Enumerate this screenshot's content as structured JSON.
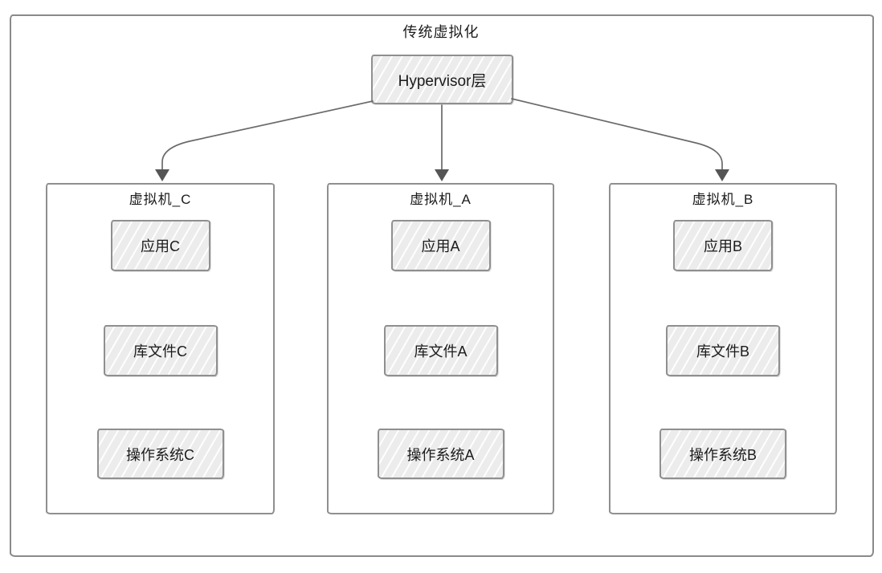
{
  "diagram": {
    "title": "传统虚拟化",
    "hypervisor": {
      "label": "Hypervisor层"
    },
    "vms": [
      {
        "title": "虚拟机_C",
        "layers": {
          "app": "应用C",
          "lib": "库文件C",
          "os": "操作系统C"
        }
      },
      {
        "title": "虚拟机_A",
        "layers": {
          "app": "应用A",
          "lib": "库文件A",
          "os": "操作系统A"
        }
      },
      {
        "title": "虚拟机_B",
        "layers": {
          "app": "应用B",
          "lib": "库文件B",
          "os": "操作系统B"
        }
      }
    ],
    "connectors": [
      {
        "from": "hypervisor",
        "to": "虚拟机_C"
      },
      {
        "from": "hypervisor",
        "to": "虚拟机_A"
      },
      {
        "from": "hypervisor",
        "to": "虚拟机_B"
      }
    ],
    "colors": {
      "box_fill": "#ececec",
      "box_border": "#8f8f8f",
      "frame_border": "#8a8a8a",
      "arrow": "#6a6a6a",
      "arrowhead": "#555555",
      "text": "#1b1b1b",
      "background": "#ffffff"
    }
  }
}
